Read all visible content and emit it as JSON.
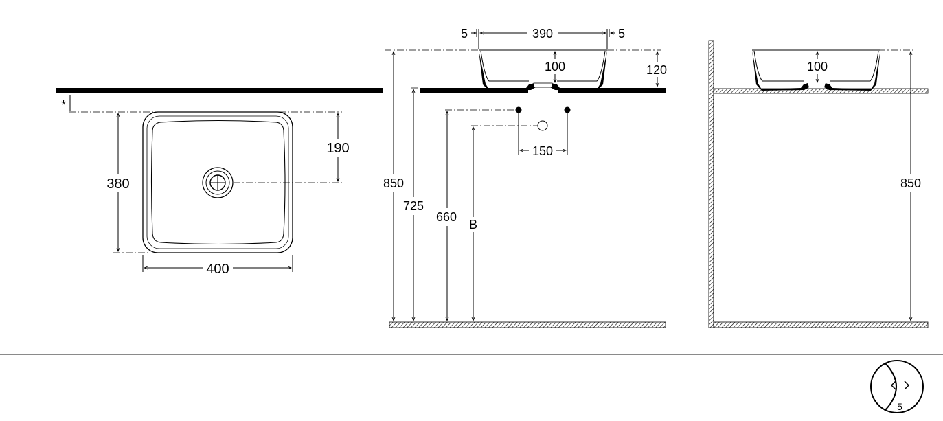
{
  "top_view": {
    "width_label": "400",
    "height_label": "380",
    "drain_offset_label": "190",
    "gap_marker": "*"
  },
  "front_view": {
    "basin_width_label": "390",
    "left_gap_label": "5",
    "right_gap_label": "5",
    "basin_height_label": "120",
    "drain_height_label": "100",
    "total_height_label": "850",
    "counter_height_label": "725",
    "supply_height_label": "660",
    "waste_height_label": "B",
    "supply_spacing_label": "150"
  },
  "side_view": {
    "drain_height_label": "100",
    "total_height_label": "850"
  },
  "pager": {
    "prev_icon": "chevron-left-icon",
    "next_icon": "chevron-right-icon",
    "page_number": "5"
  }
}
